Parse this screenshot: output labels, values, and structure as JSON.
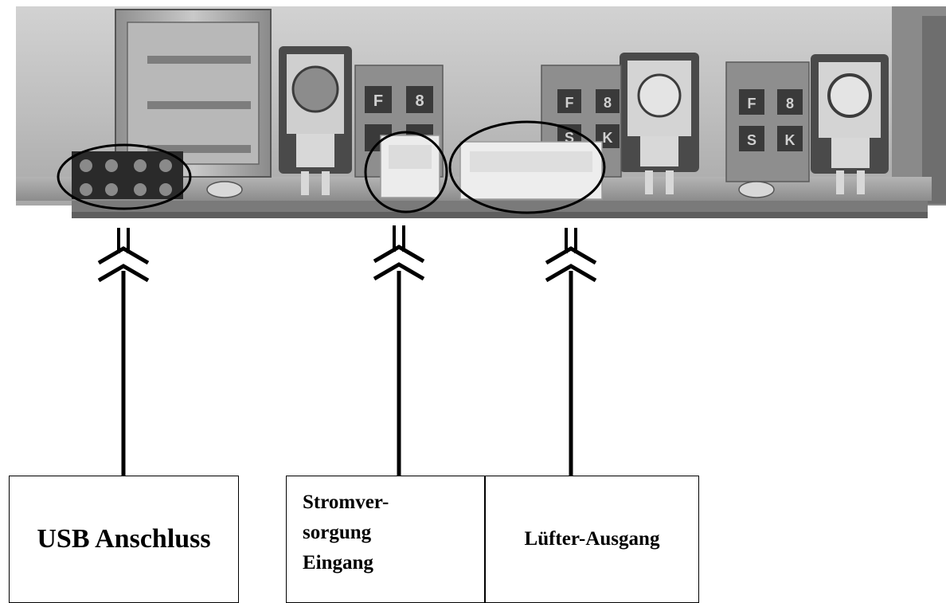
{
  "labels": {
    "usb": "USB Anschluss",
    "power": [
      "Stromver-",
      "sorgung",
      "Eingang"
    ],
    "fan": "Lüfter-Ausgang"
  },
  "panel_markings": [
    "F",
    "8",
    "S",
    "K"
  ],
  "colors": {
    "background": "#ffffff",
    "panel": "#c4c4c4",
    "board": "#9a9a9a",
    "connector": "#ededed",
    "outline": "#000000"
  }
}
